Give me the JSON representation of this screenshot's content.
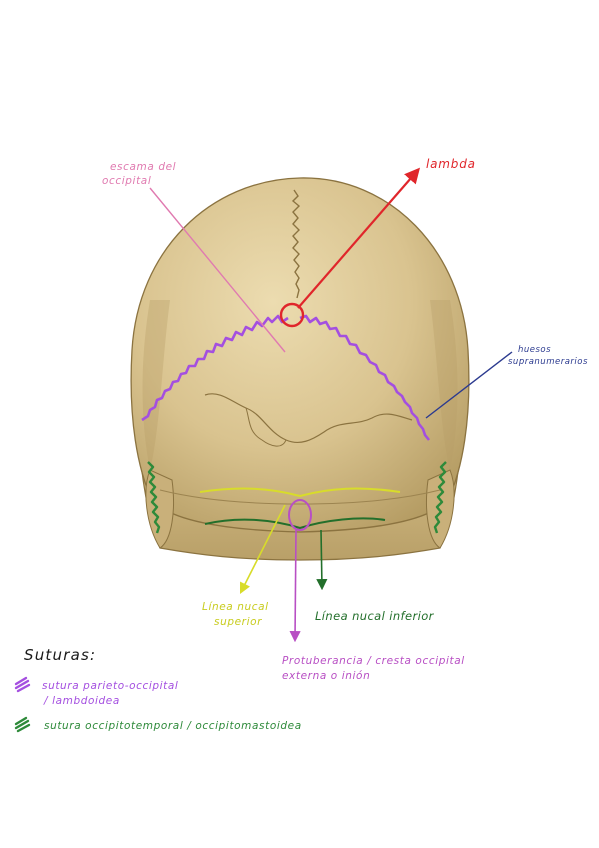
{
  "colors": {
    "page_bg": "#ffffff",
    "bone": "#d9c38f",
    "bone_light": "#e7d6aa",
    "bone_shadow": "#a88e58",
    "bone_outline": "#8b7340",
    "pink": "#e07ab0",
    "red": "#e0262b",
    "blue": "#2b3a8f",
    "purple": "#a44fe0",
    "green": "#2e8a3a",
    "yellow": "#d8dc2a",
    "dark_green": "#236f2b",
    "magenta": "#b84fc4",
    "ink": "#1a1a1a"
  },
  "labels": {
    "escama": [
      "escama del",
      "occipital"
    ],
    "lambda": "lambda",
    "huesos": [
      "huesos",
      "supranumerarios"
    ],
    "nucal_superior": [
      "Línea nucal",
      "superior"
    ],
    "nucal_inferior": "Línea nucal inferior",
    "protuberancia": [
      "Protuberancia / cresta occipital",
      "externa o inión"
    ]
  },
  "legend": {
    "title": "Suturas:",
    "items": [
      {
        "icon": "purple-scribble-icon",
        "color": "#a44fe0",
        "lines": [
          "sutura parieto-occipital",
          "/ lambdoidea"
        ]
      },
      {
        "icon": "green-scribble-icon",
        "color": "#2e8a3a",
        "lines": [
          "sutura occipitotemporal / occipitomastoidea"
        ]
      }
    ]
  }
}
